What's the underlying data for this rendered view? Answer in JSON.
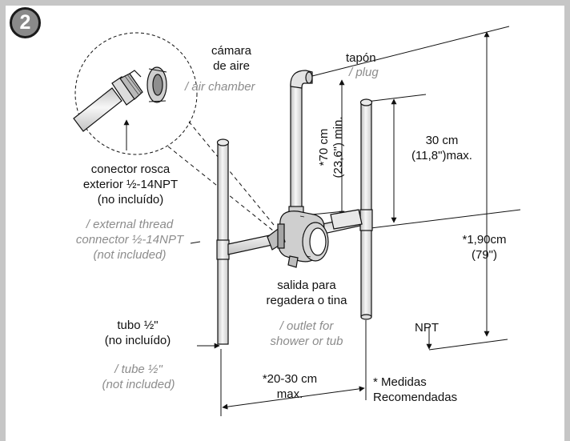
{
  "step_number": "2",
  "labels": {
    "air_chamber_es": [
      "cámara",
      "de aire"
    ],
    "air_chamber_en": "/ air chamber",
    "plug_es": "tapón",
    "plug_en": "/ plug",
    "connector_es": [
      "conector rosca",
      "exterior ½-14NPT",
      "(no incluído)"
    ],
    "connector_en": [
      "/ external thread",
      "connector ½-14NPT",
      "(not included)"
    ],
    "min_height": [
      "*70 cm",
      "(23,6\") min."
    ],
    "max_offset": [
      "30 cm",
      "(11,8\")max."
    ],
    "total_height": [
      "*1,90cm",
      "(79\")"
    ],
    "outlet_es": [
      "salida para",
      "regadera o tina"
    ],
    "outlet_en": [
      "/ outlet for",
      "shower or tub"
    ],
    "tube_es": [
      "tubo ½\"",
      "(no incluído)"
    ],
    "tube_en": [
      "/ tube ½\"",
      "(not included)"
    ],
    "npt": "NPT",
    "spacing": [
      "*20-30 cm",
      "max."
    ],
    "recommended": [
      "* Medidas",
      "Recomendadas"
    ]
  },
  "colors": {
    "frame": "#c6c6c6",
    "badge": "#8a8a8a",
    "line": "#111111",
    "english_text": "#8c8c8c"
  }
}
